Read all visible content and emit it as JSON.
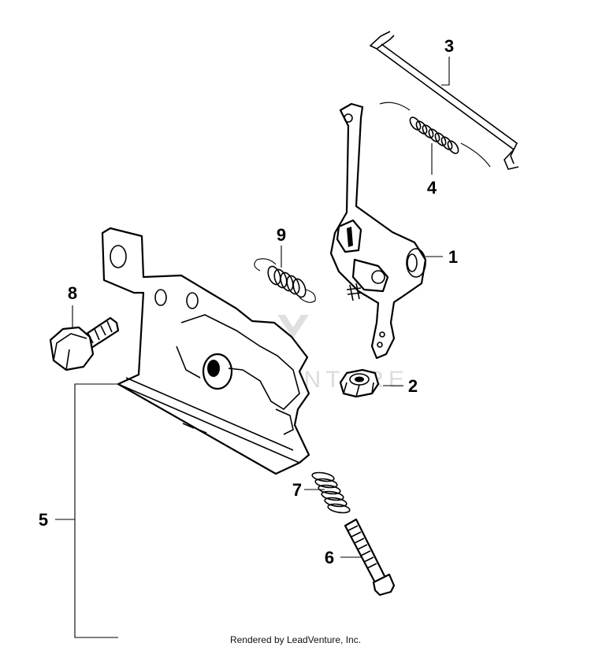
{
  "diagram": {
    "callouts": [
      {
        "id": "1",
        "label": "1"
      },
      {
        "id": "2",
        "label": "2"
      },
      {
        "id": "3",
        "label": "3"
      },
      {
        "id": "4",
        "label": "4"
      },
      {
        "id": "5",
        "label": "5"
      },
      {
        "id": "6",
        "label": "6"
      },
      {
        "id": "7",
        "label": "7"
      },
      {
        "id": "8",
        "label": "8"
      },
      {
        "id": "9",
        "label": "9"
      }
    ],
    "watermark": "LEADVENTURE",
    "footer": "Rendered by LeadVenture, Inc."
  }
}
